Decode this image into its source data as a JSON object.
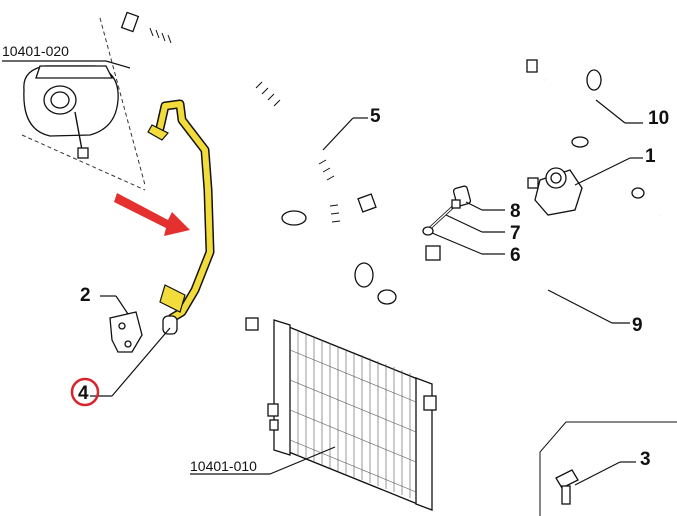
{
  "parts": {
    "reservoir_ref": "10401-020",
    "radiator_ref": "10401-010",
    "p1": "1",
    "p2": "2",
    "p3": "3",
    "p4": "4",
    "p5": "5",
    "p6": "6",
    "p7": "7",
    "p8": "8",
    "p9": "9",
    "p10": "10"
  },
  "colors": {
    "highlight_hose": "#f2dc3c",
    "arrow": "#e53030",
    "selected_circle": "#d8262e"
  },
  "icons": {
    "indicator_arrow": "red-arrow-icon"
  }
}
